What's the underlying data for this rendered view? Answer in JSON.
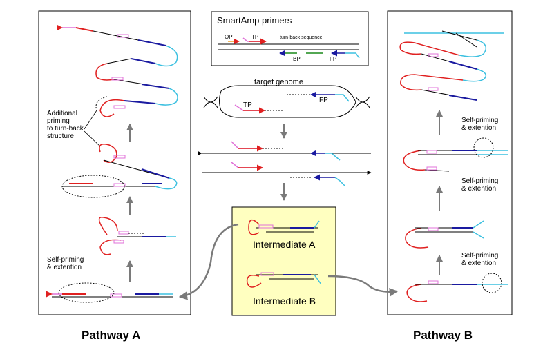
{
  "primers_box": {
    "title": "SmartAmp primers",
    "op": "OP",
    "tp": "TP",
    "turnback": "turn-back sequence",
    "bp": "BP",
    "fp": "FP"
  },
  "center": {
    "target_genome": "target genome",
    "tp": "TP",
    "fp": "FP",
    "intermediate_a": "Intermediate A",
    "intermediate_b": "Intermediate B"
  },
  "pathway_a": {
    "title": "Pathway A",
    "additional_priming": [
      "Additional",
      "priming",
      "to turn-back",
      "structure"
    ],
    "self_priming": [
      "Self-priming",
      "& extention"
    ]
  },
  "pathway_b": {
    "title": "Pathway B",
    "self_priming_top": [
      "Self-priming",
      "& extention"
    ],
    "self_priming_mid": [
      "Self-priming",
      "& extention"
    ],
    "self_priming_bottom": [
      "Self-priming",
      "& extention"
    ]
  },
  "colors": {
    "red": "#e02020",
    "blue": "#1a1aa0",
    "cyan": "#3cc0e0",
    "pink": "#e070d8",
    "green": "#1a8a1a",
    "orange": "#f0a020",
    "gray": "#7a7a7a",
    "intermediate_bg": "#ffffc0"
  }
}
